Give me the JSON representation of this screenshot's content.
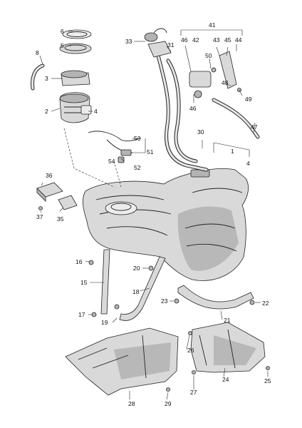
{
  "callouts": {
    "c1": "1",
    "c2": "2",
    "c3": "3",
    "c4": "4",
    "c4b": "4",
    "c5": "5",
    "c6": "6",
    "c8": "8",
    "c15": "15",
    "c16": "16",
    "c17": "17",
    "c18": "18",
    "c19": "19",
    "c20": "20",
    "c21": "21",
    "c22": "22",
    "c23": "23",
    "c24": "24",
    "c25": "25",
    "c26": "26",
    "c27": "27",
    "c28": "28",
    "c29": "29",
    "c30": "30",
    "c33": "33",
    "c31": "31",
    "c35": "35",
    "c36": "36",
    "c37": "37",
    "c41": "41",
    "c42": "42",
    "c43": "43",
    "c44": "44",
    "c45": "45",
    "c46": "46",
    "c46b": "46",
    "c47": "47",
    "c48": "48",
    "c49": "49",
    "c50": "50",
    "c51": "51",
    "c52": "52",
    "c53": "53",
    "c54": "54"
  }
}
